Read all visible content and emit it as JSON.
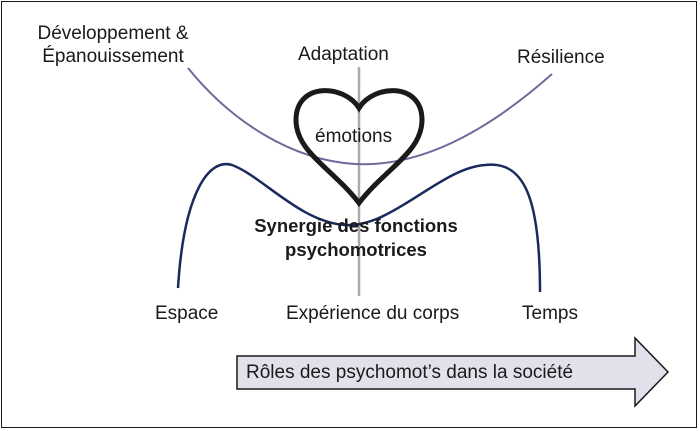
{
  "labels": {
    "development_line1": "Développement &",
    "development_line2": "Épanouissement",
    "adaptation": "Adaptation",
    "resilience": "Résilience",
    "emotions": "émotions",
    "space": "Espace",
    "body_experience": "Expérience du corps",
    "time": "Temps"
  },
  "center": {
    "line1": "Synergie des fonctions",
    "line2": "psychomotrices"
  },
  "arrow": {
    "text": "Rôles des psychomot’s dans la société"
  },
  "colors": {
    "upper_curve": "#6e6a9a",
    "lower_curve": "#1b2a5c",
    "heart_stroke": "#1a1a1a",
    "axis": "#aaaaaa",
    "arrow_fill": "#e1e1ec"
  },
  "icons": {
    "heart": "heart-icon",
    "arrow": "right-arrow-icon"
  }
}
